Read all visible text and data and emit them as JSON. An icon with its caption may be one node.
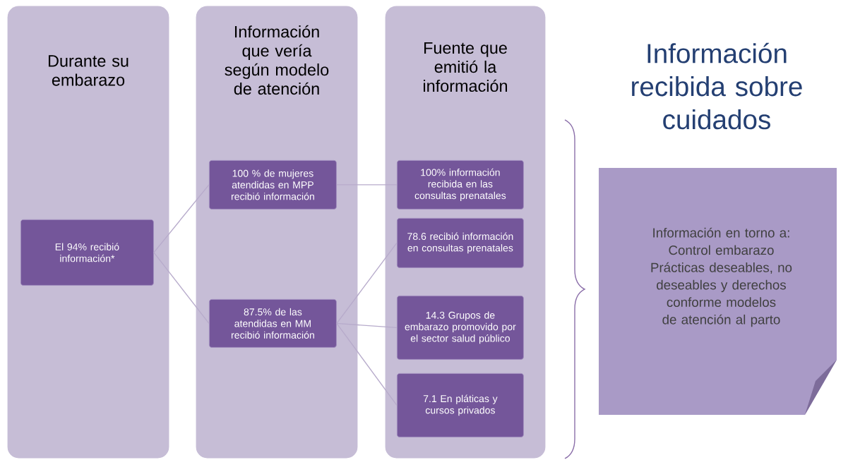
{
  "diagram": {
    "title": "Información recibida sobre cuidados",
    "nodes": [
      {
        "text": [
          "Durante su embarazo"
        ]
      },
      {
        "text": [
          "Información que vería según modelo de atención"
        ]
      },
      {
        "text": [
          "Fuente que emitió la información"
        ]
      },
      {
        "text": [
          "El 94% recibió información*"
        ],
        "in": 0
      },
      {
        "text": [
          "100 % de mujeres atendidas en MPP recibió información"
        ],
        "in": 1
      },
      {
        "text": [
          "87.5% de las atendidas en MM recibió información"
        ],
        "in": 1
      },
      {
        "text": [
          "100% información recibida en las consultas prenatales"
        ],
        "in": 2
      },
      {
        "text": [
          "78.6 recibió información en consultas prenatales"
        ],
        "in": 2
      },
      {
        "text": [
          "14.3 Grupos de embarazo promovido por el sector salud público"
        ],
        "in": 2
      },
      {
        "text": [
          "7.1 En pláticas y cursos privados"
        ],
        "in": 2
      },
      {
        "text": [
          "Información en torno a:",
          "Control embarazo",
          "Prácticas deseables, no deseables y derechos conforme modelos de atención al parto"
        ]
      }
    ],
    "edges": [
      {
        "from": 3,
        "to": 4,
        "arrow": "none"
      },
      {
        "from": 3,
        "to": 5,
        "arrow": "none"
      },
      {
        "from": 4,
        "to": 6,
        "arrow": "none"
      },
      {
        "from": 5,
        "to": 7,
        "arrow": "none"
      },
      {
        "from": 5,
        "to": 8,
        "arrow": "none"
      },
      {
        "from": 5,
        "to": 9,
        "arrow": "none"
      }
    ]
  }
}
